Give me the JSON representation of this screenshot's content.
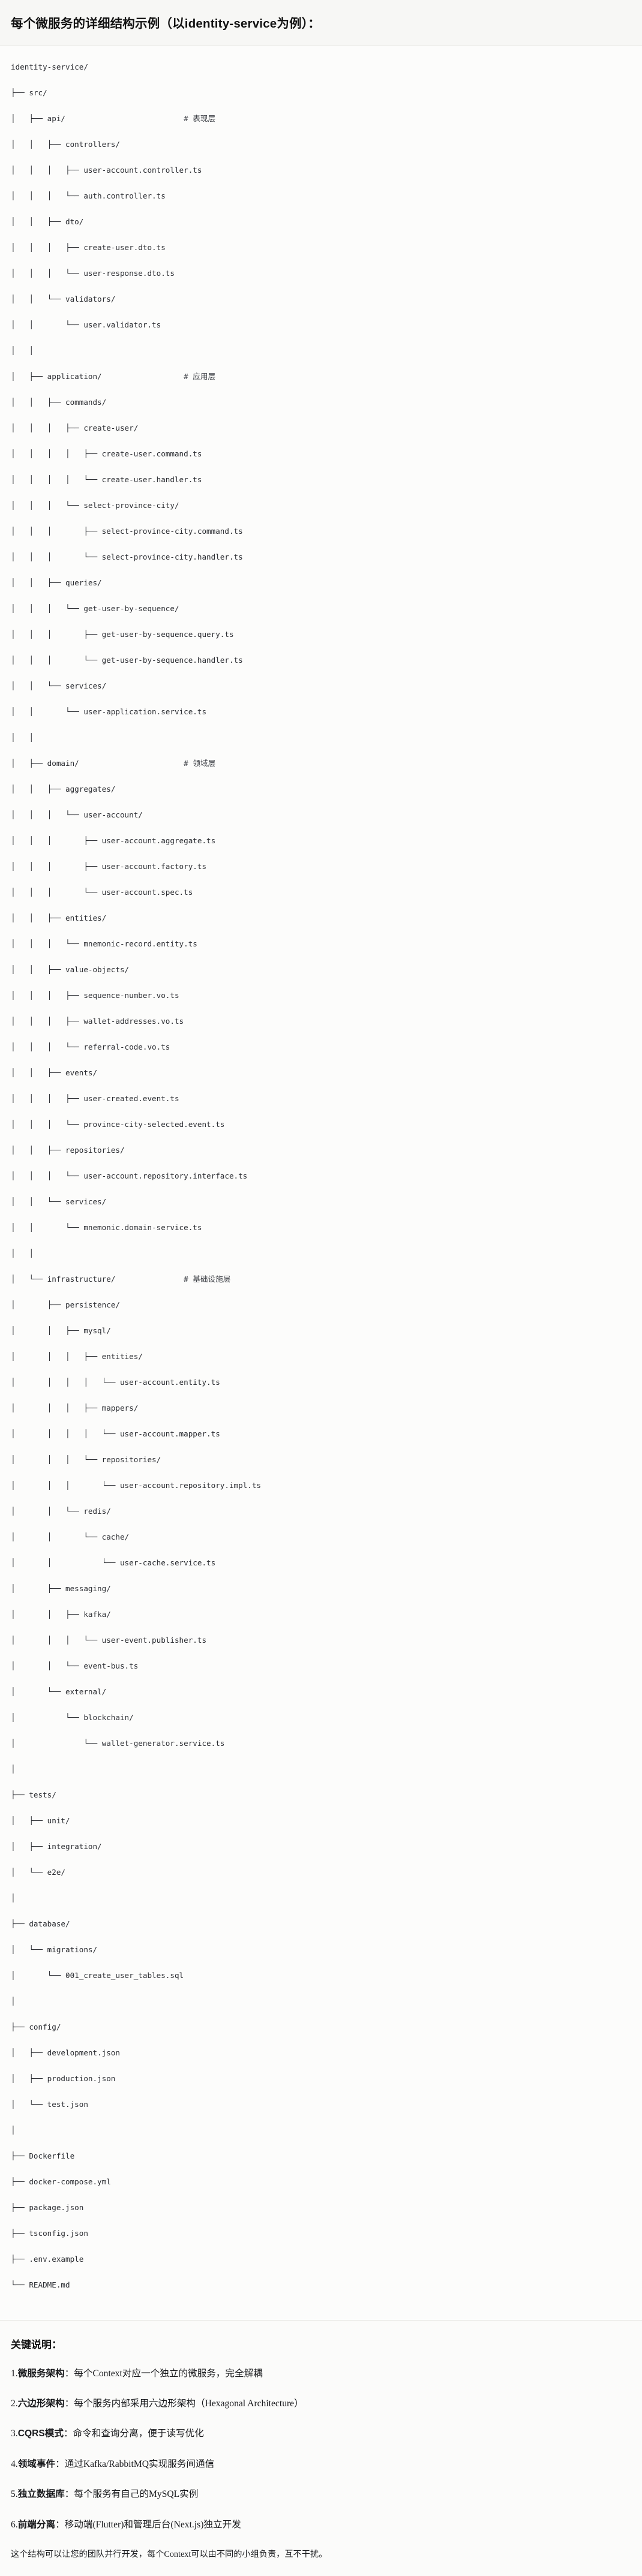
{
  "header": {
    "title": "每个微服务的详细结构示例（以identity-service为例）："
  },
  "tree": {
    "root": "identity-service/",
    "lines": [
      {
        "text": "identity-service/",
        "comment": ""
      },
      {
        "text": "├── src/",
        "comment": ""
      },
      {
        "text": "│   ├── api/",
        "comment": "# 表现层"
      },
      {
        "text": "│   │   ├── controllers/",
        "comment": ""
      },
      {
        "text": "│   │   │   ├── user-account.controller.ts",
        "comment": ""
      },
      {
        "text": "│   │   │   └── auth.controller.ts",
        "comment": ""
      },
      {
        "text": "│   │   ├── dto/",
        "comment": ""
      },
      {
        "text": "│   │   │   ├── create-user.dto.ts",
        "comment": ""
      },
      {
        "text": "│   │   │   └── user-response.dto.ts",
        "comment": ""
      },
      {
        "text": "│   │   └── validators/",
        "comment": ""
      },
      {
        "text": "│   │       └── user.validator.ts",
        "comment": ""
      },
      {
        "text": "│   │",
        "comment": ""
      },
      {
        "text": "│   ├── application/",
        "comment": "# 应用层"
      },
      {
        "text": "│   │   ├── commands/",
        "comment": ""
      },
      {
        "text": "│   │   │   ├── create-user/",
        "comment": ""
      },
      {
        "text": "│   │   │   │   ├── create-user.command.ts",
        "comment": ""
      },
      {
        "text": "│   │   │   │   └── create-user.handler.ts",
        "comment": ""
      },
      {
        "text": "│   │   │   └── select-province-city/",
        "comment": ""
      },
      {
        "text": "│   │   │       ├── select-province-city.command.ts",
        "comment": ""
      },
      {
        "text": "│   │   │       └── select-province-city.handler.ts",
        "comment": ""
      },
      {
        "text": "│   │   ├── queries/",
        "comment": ""
      },
      {
        "text": "│   │   │   └── get-user-by-sequence/",
        "comment": ""
      },
      {
        "text": "│   │   │       ├── get-user-by-sequence.query.ts",
        "comment": ""
      },
      {
        "text": "│   │   │       └── get-user-by-sequence.handler.ts",
        "comment": ""
      },
      {
        "text": "│   │   └── services/",
        "comment": ""
      },
      {
        "text": "│   │       └── user-application.service.ts",
        "comment": ""
      },
      {
        "text": "│   │",
        "comment": ""
      },
      {
        "text": "│   ├── domain/",
        "comment": "# 领域层"
      },
      {
        "text": "│   │   ├── aggregates/",
        "comment": ""
      },
      {
        "text": "│   │   │   └── user-account/",
        "comment": ""
      },
      {
        "text": "│   │   │       ├── user-account.aggregate.ts",
        "comment": ""
      },
      {
        "text": "│   │   │       ├── user-account.factory.ts",
        "comment": ""
      },
      {
        "text": "│   │   │       └── user-account.spec.ts",
        "comment": ""
      },
      {
        "text": "│   │   ├── entities/",
        "comment": ""
      },
      {
        "text": "│   │   │   └── mnemonic-record.entity.ts",
        "comment": ""
      },
      {
        "text": "│   │   ├── value-objects/",
        "comment": ""
      },
      {
        "text": "│   │   │   ├── sequence-number.vo.ts",
        "comment": ""
      },
      {
        "text": "│   │   │   ├── wallet-addresses.vo.ts",
        "comment": ""
      },
      {
        "text": "│   │   │   └── referral-code.vo.ts",
        "comment": ""
      },
      {
        "text": "│   │   ├── events/",
        "comment": ""
      },
      {
        "text": "│   │   │   ├── user-created.event.ts",
        "comment": ""
      },
      {
        "text": "│   │   │   └── province-city-selected.event.ts",
        "comment": ""
      },
      {
        "text": "│   │   ├── repositories/",
        "comment": ""
      },
      {
        "text": "│   │   │   └── user-account.repository.interface.ts",
        "comment": ""
      },
      {
        "text": "│   │   └── services/",
        "comment": ""
      },
      {
        "text": "│   │       └── mnemonic.domain-service.ts",
        "comment": ""
      },
      {
        "text": "│   │",
        "comment": ""
      },
      {
        "text": "│   └── infrastructure/",
        "comment": "# 基础设施层"
      },
      {
        "text": "│       ├── persistence/",
        "comment": ""
      },
      {
        "text": "│       │   ├── mysql/",
        "comment": ""
      },
      {
        "text": "│       │   │   ├── entities/",
        "comment": ""
      },
      {
        "text": "│       │   │   │   └── user-account.entity.ts",
        "comment": ""
      },
      {
        "text": "│       │   │   ├── mappers/",
        "comment": ""
      },
      {
        "text": "│       │   │   │   └── user-account.mapper.ts",
        "comment": ""
      },
      {
        "text": "│       │   │   └── repositories/",
        "comment": ""
      },
      {
        "text": "│       │   │       └── user-account.repository.impl.ts",
        "comment": ""
      },
      {
        "text": "│       │   └── redis/",
        "comment": ""
      },
      {
        "text": "│       │       └── cache/",
        "comment": ""
      },
      {
        "text": "│       │           └── user-cache.service.ts",
        "comment": ""
      },
      {
        "text": "│       ├── messaging/",
        "comment": ""
      },
      {
        "text": "│       │   ├── kafka/",
        "comment": ""
      },
      {
        "text": "│       │   │   └── user-event.publisher.ts",
        "comment": ""
      },
      {
        "text": "│       │   └── event-bus.ts",
        "comment": ""
      },
      {
        "text": "│       └── external/",
        "comment": ""
      },
      {
        "text": "│           └── blockchain/",
        "comment": ""
      },
      {
        "text": "│               └── wallet-generator.service.ts",
        "comment": ""
      },
      {
        "text": "│",
        "comment": ""
      },
      {
        "text": "├── tests/",
        "comment": ""
      },
      {
        "text": "│   ├── unit/",
        "comment": ""
      },
      {
        "text": "│   ├── integration/",
        "comment": ""
      },
      {
        "text": "│   └── e2e/",
        "comment": ""
      },
      {
        "text": "│",
        "comment": ""
      },
      {
        "text": "├── database/",
        "comment": ""
      },
      {
        "text": "│   └── migrations/",
        "comment": ""
      },
      {
        "text": "│       └── 001_create_user_tables.sql",
        "comment": ""
      },
      {
        "text": "│",
        "comment": ""
      },
      {
        "text": "├── config/",
        "comment": ""
      },
      {
        "text": "│   ├── development.json",
        "comment": ""
      },
      {
        "text": "│   ├── production.json",
        "comment": ""
      },
      {
        "text": "│   └── test.json",
        "comment": ""
      },
      {
        "text": "│",
        "comment": ""
      },
      {
        "text": "├── Dockerfile",
        "comment": ""
      },
      {
        "text": "├── docker-compose.yml",
        "comment": ""
      },
      {
        "text": "├── package.json",
        "comment": ""
      },
      {
        "text": "├── tsconfig.json",
        "comment": ""
      },
      {
        "text": "├── .env.example",
        "comment": ""
      },
      {
        "text": "└── README.md",
        "comment": ""
      }
    ],
    "comment_column": 38
  },
  "notes": {
    "title": "关键说明：",
    "items": [
      {
        "num": "1.",
        "lead": "微服务架构",
        "body": "：每个Context对应一个独立的微服务，完全解耦"
      },
      {
        "num": "2.",
        "lead": "六边形架构",
        "body": "：每个服务内部采用六边形架构（Hexagonal Architecture）"
      },
      {
        "num": "3.",
        "lead": "CQRS模式",
        "body": "：命令和查询分离，便于读写优化"
      },
      {
        "num": "4.",
        "lead": "领域事件",
        "body": "：通过Kafka/RabbitMQ实现服务间通信"
      },
      {
        "num": "5.",
        "lead": "独立数据库",
        "body": "：每个服务有自己的MySQL实例"
      },
      {
        "num": "6.",
        "lead": "前端分离",
        "body": "：移动端(Flutter)和管理后台(Next.js)独立开发"
      }
    ],
    "closing": "这个结构可以让您的团队并行开发，每个Context可以由不同的小组负责，互不干扰。"
  }
}
